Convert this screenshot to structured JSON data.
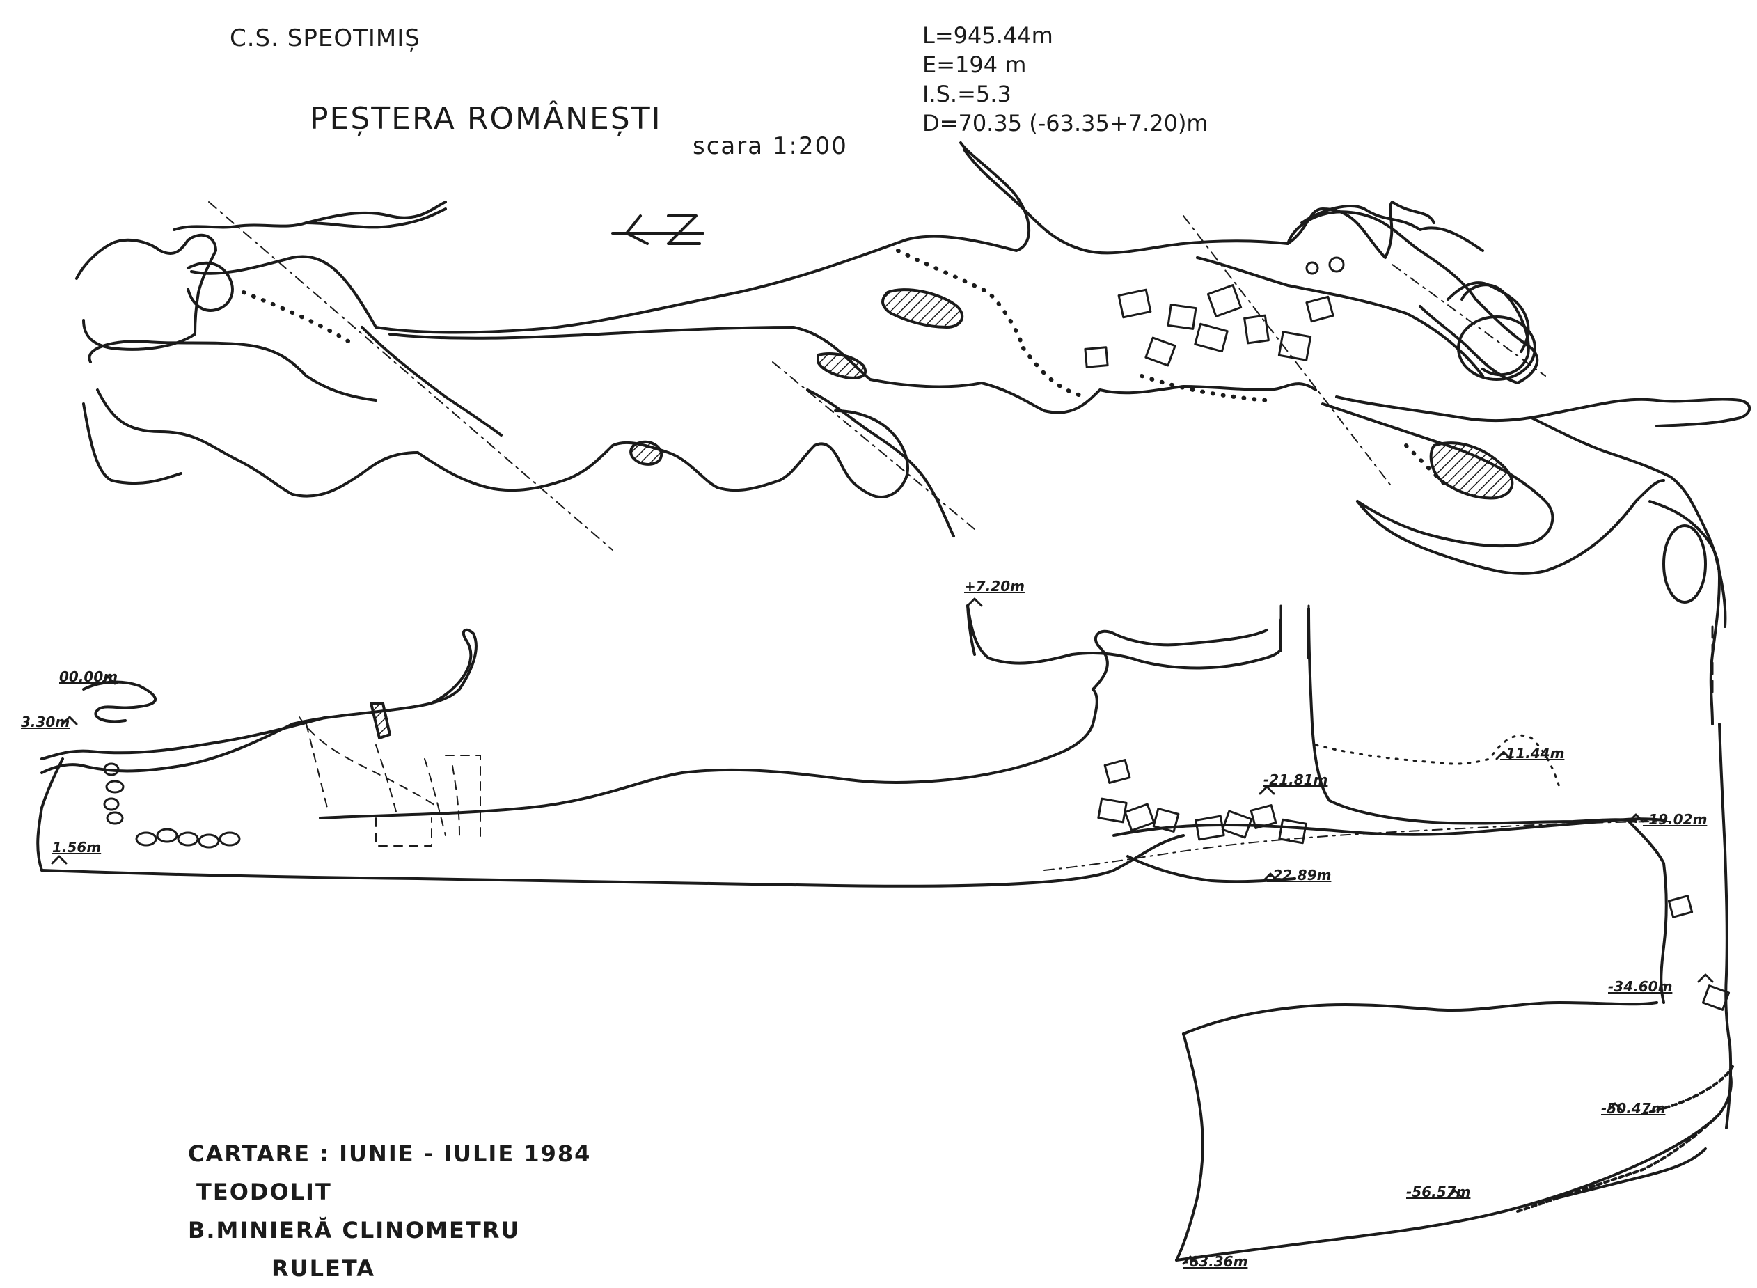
{
  "header": {
    "club": "C.S. SPEOTIMIȘ",
    "title": "PEȘTERA ROMÂNEȘTI",
    "scale": "scara 1:200"
  },
  "stats": {
    "length": "L=945.44m",
    "extent": "E=194 m",
    "index": "I.S.=5.3",
    "depth": "D=70.35 (-63.35+7.20)m"
  },
  "credits": {
    "line1": "CARTARE : IUNIE - IULIE 1984",
    "line2": "TEODOLIT",
    "line3": "B.MINIERĂ    CLINOMETRU",
    "line4": "RULETA"
  },
  "north": "4Z",
  "elevations": {
    "top": "+7.20m",
    "entrance_zero": "00.00m",
    "e330": "3.30m",
    "e156": "1.56m",
    "e1144": "-11.44m",
    "e2181": "-21.81m",
    "e1902": "-19.02m",
    "e2289": "-22.89m",
    "e3460": "-34.60m",
    "e5047": "-50.47m",
    "e5657": "-56.57m",
    "e6336": "-63.36m"
  },
  "colors": {
    "ink": "#1b1b1b",
    "paper": "#ffffff"
  }
}
